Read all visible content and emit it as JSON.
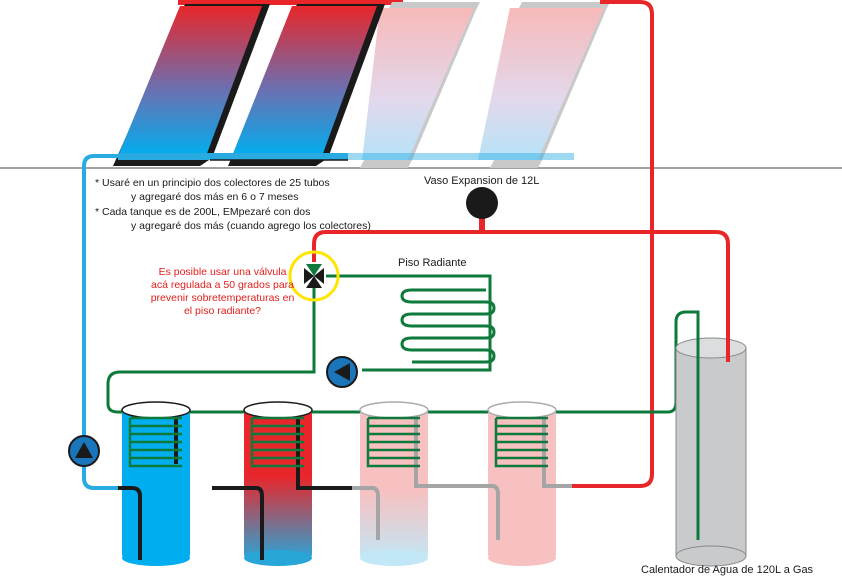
{
  "notes": {
    "line1": "* Usaré en un principio dos colectores de 25 tubos",
    "line2": "y agregaré dos más en 6 o 7 meses",
    "line3": "* Cada tanque es de 200L, EMpezaré con dos",
    "line4": "y agregaré dos más (cuando agrego los colectores)"
  },
  "labels": {
    "expansion": "Vaso Expansion de 12L",
    "floor": "Piso Radiante",
    "heater": "Calentador de Agua de 120L a Gas"
  },
  "question": {
    "line1": "Es posible usar una válvula",
    "line2": "acá regulada a 50 grados para",
    "line3": "prevenir sobretemperaturas en",
    "line4": "el piso radiante?"
  },
  "colors": {
    "hot": "#e8262a",
    "cold": "#29abe2",
    "coil": "#0d7a3c",
    "pump": "#1b75bb",
    "heater": "#c8cacc",
    "pipe_dark": "#1a1a1a"
  }
}
